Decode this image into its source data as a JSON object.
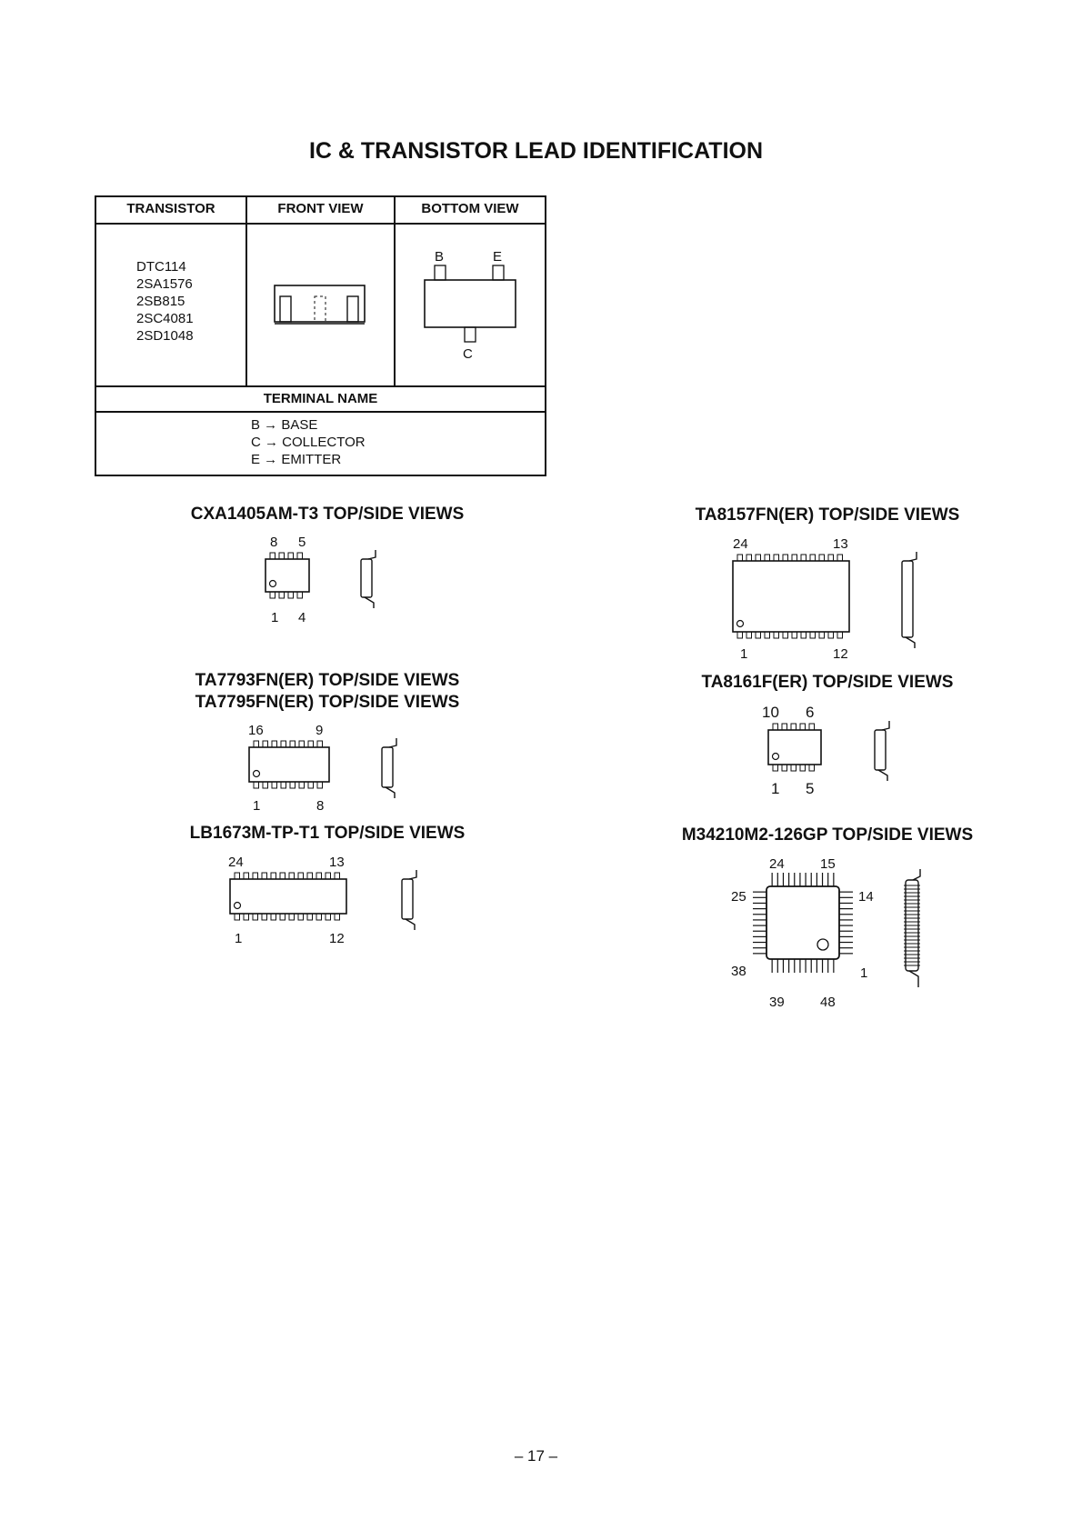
{
  "page": {
    "title": "IC & TRANSISTOR LEAD IDENTIFICATION",
    "page_number": "– 17 –"
  },
  "transistor_table": {
    "headers": {
      "transistor": "TRANSISTOR",
      "front_view": "FRONT VIEW",
      "bottom_view": "BOTTOM VIEW"
    },
    "parts": [
      "DTC114",
      "2SA1576",
      "2SB815",
      "2SC4081",
      "2SD1048"
    ],
    "bottom_pins": {
      "b": "B",
      "e": "E",
      "c": "C"
    },
    "terminal_header": "TERMINAL NAME",
    "terminals": [
      "B → BASE",
      "C → COLLECTOR",
      "E → EMITTER"
    ]
  },
  "ics": {
    "cxa1405": {
      "title": "CXA1405AM-T3 TOP/SIDE VIEWS",
      "pin_tl": "8",
      "pin_tr": "5",
      "pin_bl": "1",
      "pin_br": "4"
    },
    "ta8157": {
      "title": "TA8157FN(ER) TOP/SIDE VIEWS",
      "pin_tl": "24",
      "pin_tr": "13",
      "pin_bl": "1",
      "pin_br": "12"
    },
    "ta7793": {
      "title1": "TA7793FN(ER) TOP/SIDE VIEWS",
      "title2": "TA7795FN(ER) TOP/SIDE VIEWS",
      "pin_tl": "16",
      "pin_tr": "9",
      "pin_bl": "1",
      "pin_br": "8"
    },
    "ta8161": {
      "title": "TA8161F(ER) TOP/SIDE VIEWS",
      "pin_tl": "10",
      "pin_tr": "6",
      "pin_bl": "1",
      "pin_br": "5"
    },
    "lb1673": {
      "title": "LB1673M-TP-T1 TOP/SIDE VIEWS",
      "pin_tl": "24",
      "pin_tr": "13",
      "pin_bl": "1",
      "pin_br": "12"
    },
    "m34210": {
      "title": "M34210M2-126GP TOP/SIDE VIEWS",
      "pin_top_l": "24",
      "pin_top_r": "15",
      "pin_left_t": "25",
      "pin_left_b": "38",
      "pin_right_t": "14",
      "pin_right_b": "1",
      "pin_bot_l": "39",
      "pin_bot_r": "48"
    }
  }
}
